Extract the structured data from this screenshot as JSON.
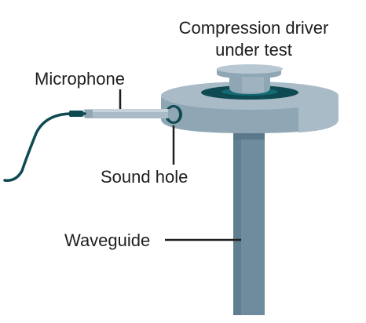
{
  "labels": {
    "driver_line1": "Compression driver",
    "driver_line2": "under test",
    "microphone": "Microphone",
    "sound_hole": "Sound hole",
    "waveguide": "Waveguide"
  },
  "colors": {
    "steel_light": "#a9bbc7",
    "steel_mid": "#8fa6b4",
    "steel_dark": "#6e8c9e",
    "steel_darker": "#5a7889",
    "cable": "#0f4a52",
    "teal_center": "#126a72",
    "leader": "#1e1e1e"
  }
}
